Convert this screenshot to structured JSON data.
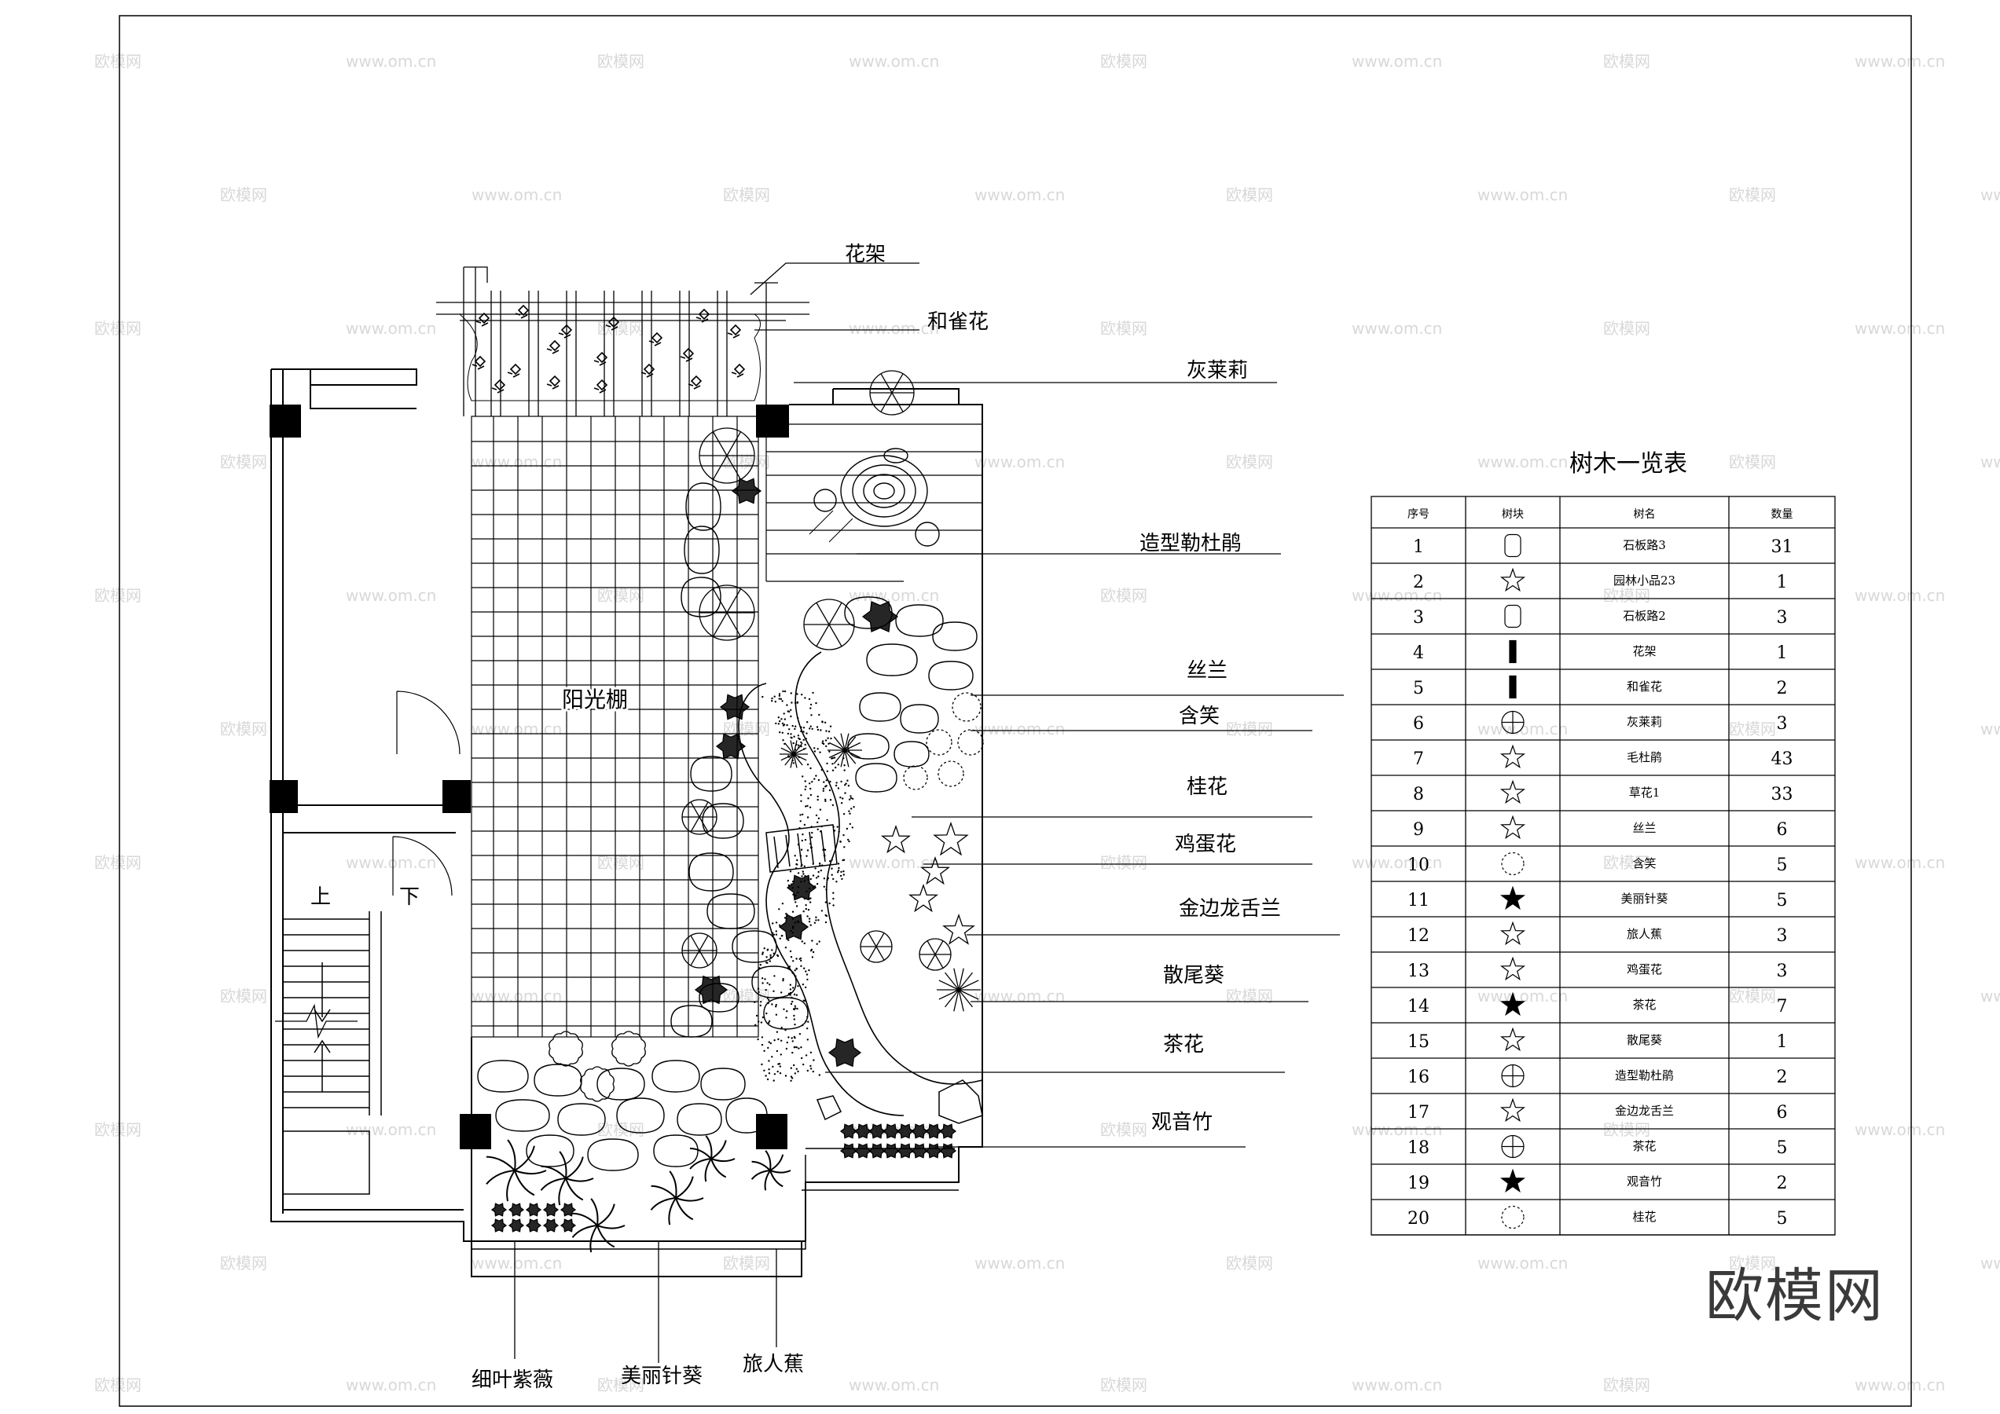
{
  "labels": {
    "huajia": "花架",
    "hequehua": "和雀花",
    "huilaili": "灰莱莉",
    "zaoxing": "造型勒杜鹃",
    "silan": "丝兰",
    "hanxiao": "含笑",
    "guihua": "桂花",
    "jidanhua": "鸡蛋花",
    "jinbian": "金边龙舌兰",
    "sanweikui": "散尾葵",
    "chahua": "茶花",
    "guanyinzhu": "观音竹",
    "xiye": "细叶紫薇",
    "meili": "美丽针葵",
    "lvren": "旅人蕉",
    "yangguang": "阳光棚",
    "shang": "上",
    "xia": "下"
  },
  "table": {
    "title": "树木一览表",
    "headers": [
      "序号",
      "树块",
      "树名",
      "数量"
    ],
    "rows": [
      {
        "no": "1",
        "icon": "stone-slab-icon",
        "name": "石板路3",
        "qty": "31"
      },
      {
        "no": "2",
        "icon": "garden-ornament-icon",
        "name": "园林小品23",
        "qty": "1"
      },
      {
        "no": "3",
        "icon": "stone-slab-icon",
        "name": "石板路2",
        "qty": "3"
      },
      {
        "no": "4",
        "icon": "trellis-icon",
        "name": "花架",
        "qty": "1"
      },
      {
        "no": "5",
        "icon": "trellis-icon",
        "name": "和雀花",
        "qty": "2"
      },
      {
        "no": "6",
        "icon": "circle-segment-tree-icon",
        "name": "灰莱莉",
        "qty": "3"
      },
      {
        "no": "7",
        "icon": "shrub-icon",
        "name": "毛杜鹃",
        "qty": "43"
      },
      {
        "no": "8",
        "icon": "shrub-icon",
        "name": "草花1",
        "qty": "33"
      },
      {
        "no": "9",
        "icon": "starburst-icon",
        "name": "丝兰",
        "qty": "6"
      },
      {
        "no": "10",
        "icon": "dashed-circle-icon",
        "name": "含笑",
        "qty": "5"
      },
      {
        "no": "11",
        "icon": "pinwheel-icon",
        "name": "美丽针葵",
        "qty": "5"
      },
      {
        "no": "12",
        "icon": "fan-palm-icon",
        "name": "旅人蕉",
        "qty": "3"
      },
      {
        "no": "13",
        "icon": "flower-icon",
        "name": "鸡蛋花",
        "qty": "3"
      },
      {
        "no": "14",
        "icon": "dense-shrub-icon",
        "name": "茶花",
        "qty": "7"
      },
      {
        "no": "15",
        "icon": "starburst-icon",
        "name": "散尾葵",
        "qty": "1"
      },
      {
        "no": "16",
        "icon": "bougainvillea-icon",
        "name": "造型勒杜鹃",
        "qty": "2"
      },
      {
        "no": "17",
        "icon": "star-icon",
        "name": "金边龙舌兰",
        "qty": "6"
      },
      {
        "no": "18",
        "icon": "scalloped-circle-icon",
        "name": "茶花",
        "qty": "5"
      },
      {
        "no": "19",
        "icon": "bamboo-icon",
        "name": "观音竹",
        "qty": "2"
      },
      {
        "no": "20",
        "icon": "dotted-circle-icon",
        "name": "桂花",
        "qty": "5"
      }
    ]
  },
  "watermark": {
    "main": "欧模网",
    "small": "欧模网",
    "url": "www.om.cn"
  }
}
